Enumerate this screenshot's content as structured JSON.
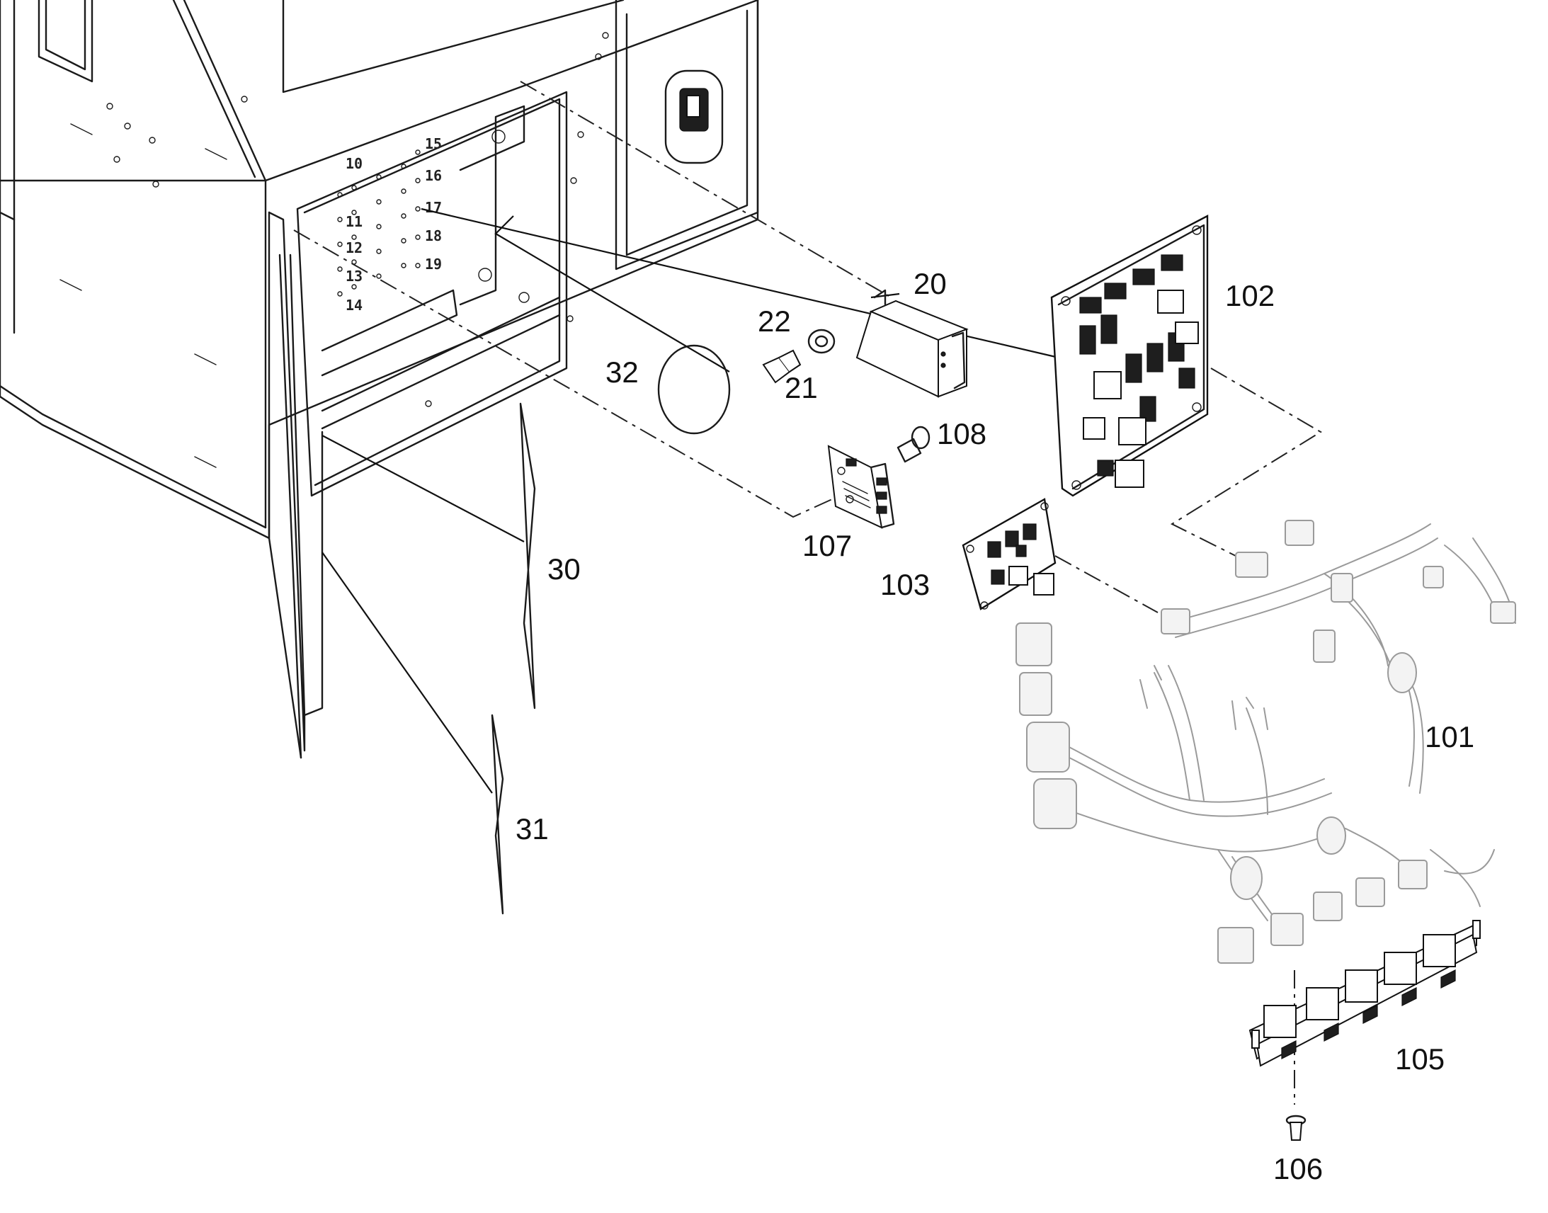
{
  "callouts": {
    "c20": "20",
    "c21": "21",
    "c22": "22",
    "c30": "30",
    "c31": "31",
    "c32": "32",
    "c101": "101",
    "c102": "102",
    "c103": "103",
    "c105": "105",
    "c106": "106",
    "c107": "107",
    "c108": "108"
  },
  "fuse_numbers": {
    "n10": "10",
    "n11": "11",
    "n12": "12",
    "n13": "13",
    "n14": "14",
    "n15": "15",
    "n16": "16",
    "n17": "17",
    "n18": "18",
    "n19": "19"
  }
}
